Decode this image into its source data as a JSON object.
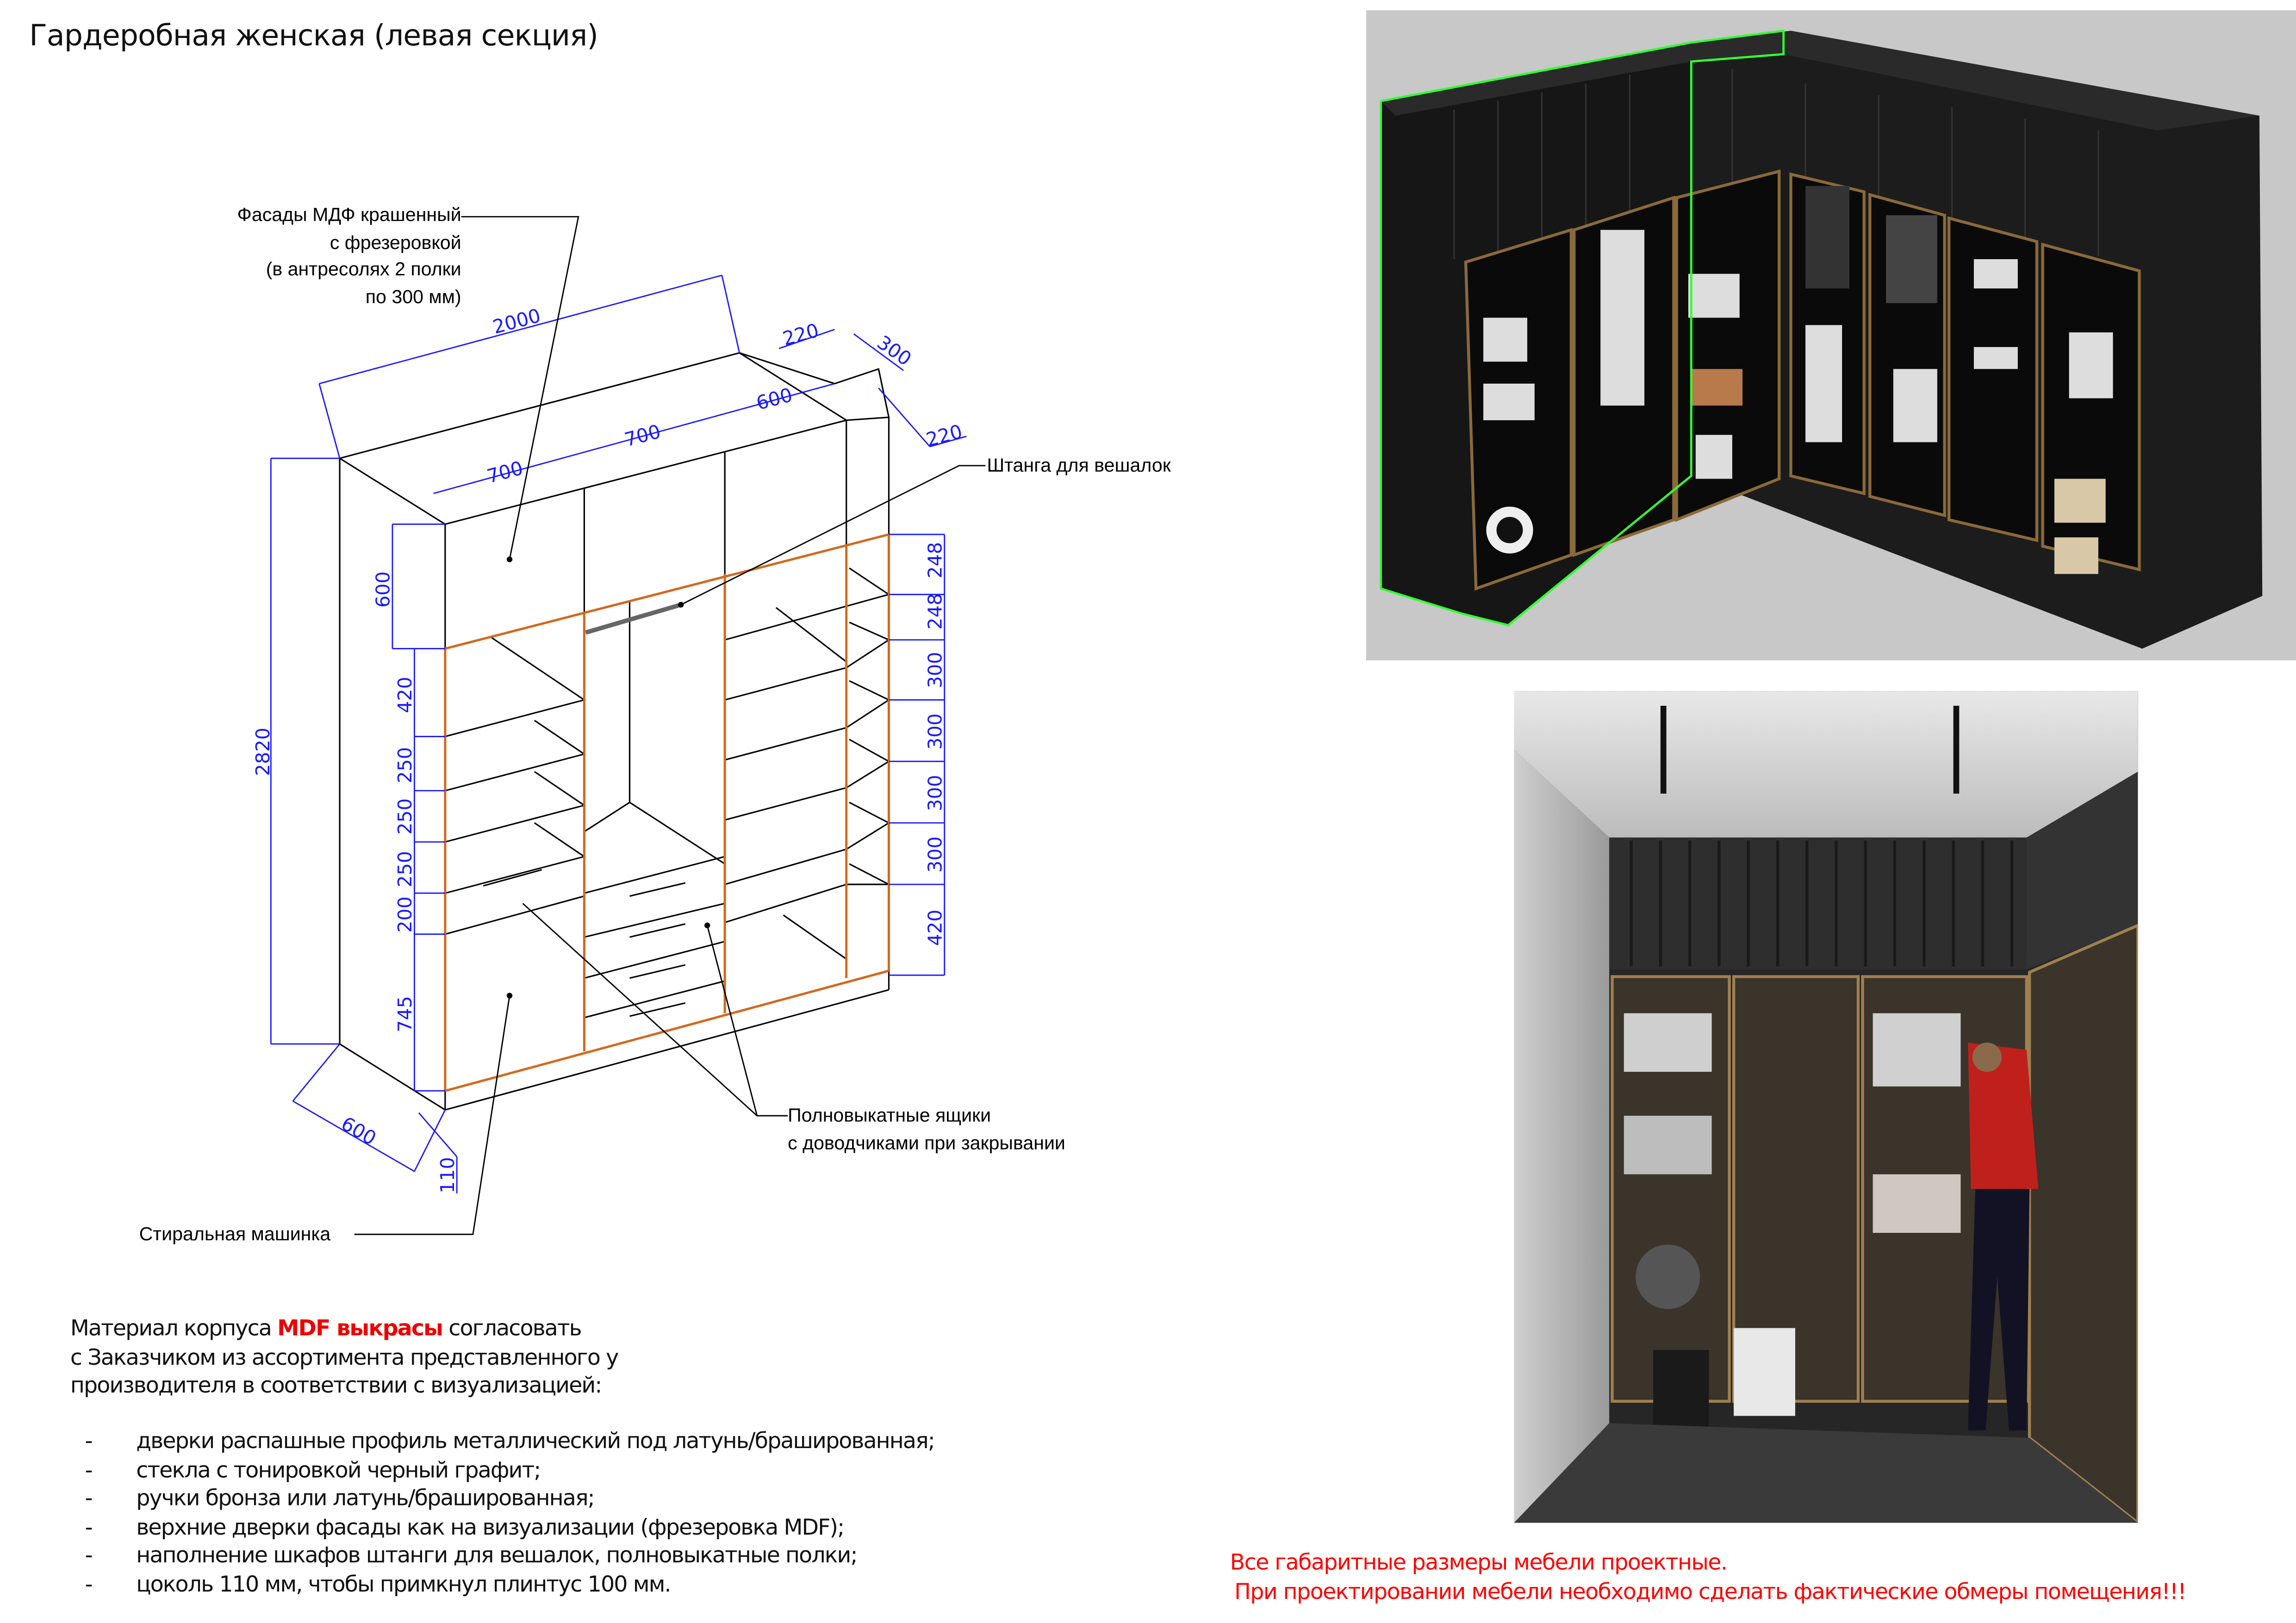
{
  "title": "Гардеробная женская (левая секция)",
  "callouts": {
    "facades": [
      "Фасады МДФ крашенный",
      "с фрезеровкой",
      "(в антресолях 2 полки",
      "по 300 мм)"
    ],
    "rod": "Штанга для вешалок",
    "drawers": [
      "Полновыкатные ящики",
      "с доводчиками при закрывании"
    ],
    "washer": "Стиральная машинка"
  },
  "dimensions": {
    "total_width": "2000",
    "total_height": "2820",
    "depth": "600",
    "plinth": "110",
    "top_sections": [
      "700",
      "700",
      "600"
    ],
    "top_right": [
      "220",
      "300",
      "220"
    ],
    "left_mezzanine": "600",
    "left_column": [
      "420",
      "250",
      "250",
      "250",
      "200",
      "745"
    ],
    "right_column": [
      "248",
      "248",
      "300",
      "300",
      "300",
      "300",
      "420"
    ]
  },
  "notes": {
    "line1_before": "Материал корпуса ",
    "line1_highlight": "MDF выкрасы",
    "line1_after": " согласовать",
    "line2": "с Заказчиком из ассортимента представленного у",
    "line3": "производителя в соответствии с визуализацией:",
    "bullet": "-",
    "items": [
      "дверки распашные профиль металлический под латунь/брашированная;",
      "стекла с тонировкой черный графит;",
      "ручки бронза или латунь/брашированная;",
      "верхние дверки фасады как на визуализации (фрезеровка MDF);",
      "наполнение шкафов штанги для вешалок, полновыкатные полки;",
      "цоколь 110 мм, чтобы примкнул плинтус 100 мм."
    ]
  },
  "warning": {
    "line1": "Все габаритные размеры мебели проектные.",
    "line2": "При проектировании мебели необходимо сделать фактические обмеры помещения!!!"
  },
  "colors": {
    "dimension": "#1a1aff",
    "facade_edge": "#d2691e",
    "warning": "#ff0000",
    "render_bg": "#c8c8c8",
    "selection": "#33ff33"
  }
}
